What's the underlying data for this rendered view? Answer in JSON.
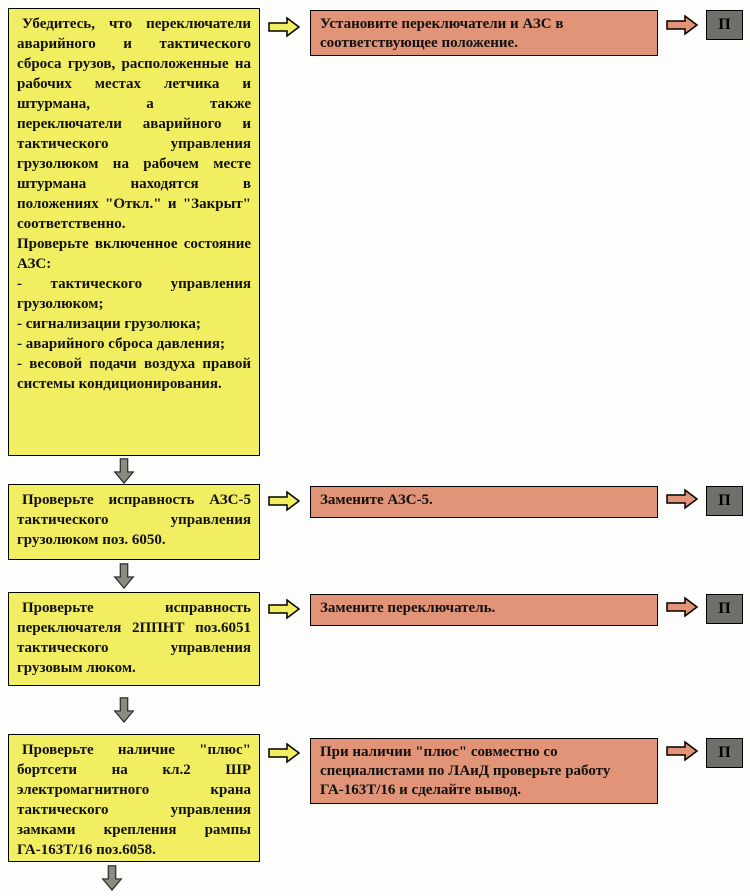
{
  "palette": {
    "box_yellow": "#f2ee62",
    "box_orange": "#e19478",
    "box_gray": "#70706a",
    "arrow_yellow": "#f2ee62",
    "arrow_orange": "#e19478",
    "arrow_down_gray": "#8a8a80",
    "border": "#000000"
  },
  "rows": [
    {
      "check": "Убедитесь, что переключатели аварийного и тактического сброса грузов, расположенные на рабочих местах летчика и штурмана, а также переключатели аварийного и тактического управления грузолюком на рабочем месте штурмана находятся в положениях \"Откл.\" и \"Закрыт\" соответственно.\nПроверьте включенное состояние АЗС:\n- тактического управления грузолюком;\n- сигнализации грузолюка;\n- аварийного сброса давления;\n- весовой подачи воздуха правой системы кондиционирования.",
      "action": "Установите переключатели и АЗС в соответствующее положение.",
      "terminal": "П"
    },
    {
      "check": "Проверьте исправность АЗС-5 тактического управления грузолюком поз. 6050.",
      "action": "Замените АЗС-5.",
      "terminal": "П"
    },
    {
      "check": "Проверьте исправность переключателя 2ППНТ поз.6051 тактического управления грузовым люком.",
      "action": "Замените переключатель.",
      "terminal": "П"
    },
    {
      "check": "Проверьте наличие \"плюс\" бортсети на кл.2 ШР электромагнитного крана тактического управления замками крепления рампы ГА-163Т/16 поз.6058.",
      "action": "При наличии \"плюс\" совместно со специалистами по ЛАиД проверьте работу ГА-163Т/16 и сделайте вывод.",
      "terminal": "П"
    }
  ]
}
